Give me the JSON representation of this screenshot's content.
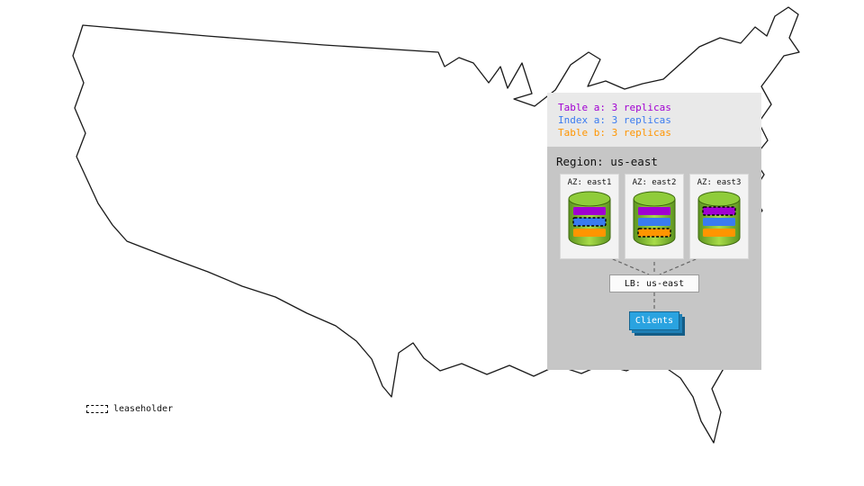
{
  "legend": {
    "items": [
      {
        "label": "Table a: 3 replicas",
        "color": "#a100d2"
      },
      {
        "label": "Index a: 3 replicas",
        "color": "#3a7bf0"
      },
      {
        "label": "Table b: 3 replicas",
        "color": "#ff9500"
      }
    ]
  },
  "region": {
    "label": "Region: us-east",
    "azs": [
      {
        "label": "AZ: east1",
        "bars": [
          {
            "name": "table_a",
            "leaseholder": false
          },
          {
            "name": "index_a",
            "leaseholder": true
          },
          {
            "name": "table_b",
            "leaseholder": false
          }
        ]
      },
      {
        "label": "AZ: east2",
        "bars": [
          {
            "name": "table_a",
            "leaseholder": false
          },
          {
            "name": "index_a",
            "leaseholder": false
          },
          {
            "name": "table_b",
            "leaseholder": true
          }
        ]
      },
      {
        "label": "AZ: east3",
        "bars": [
          {
            "name": "table_a",
            "leaseholder": true
          },
          {
            "name": "index_a",
            "leaseholder": false
          },
          {
            "name": "table_b",
            "leaseholder": false
          }
        ]
      }
    ]
  },
  "lb": {
    "label": "LB: us-east"
  },
  "clients": {
    "label": "Clients"
  },
  "map_legend": {
    "leaseholder_label": "leaseholder"
  },
  "colors": {
    "table_a": "#a100d2",
    "index_a": "#3a7bf0",
    "table_b": "#ff9500",
    "cylinder_edge": "#5d9420",
    "cylinder_center": "#a8db48",
    "cylinder_top": "#8fcc3a",
    "cylinder_stroke": "#3f6a0e",
    "clients_blue": "#2aa3e0",
    "connector": "#666666"
  }
}
